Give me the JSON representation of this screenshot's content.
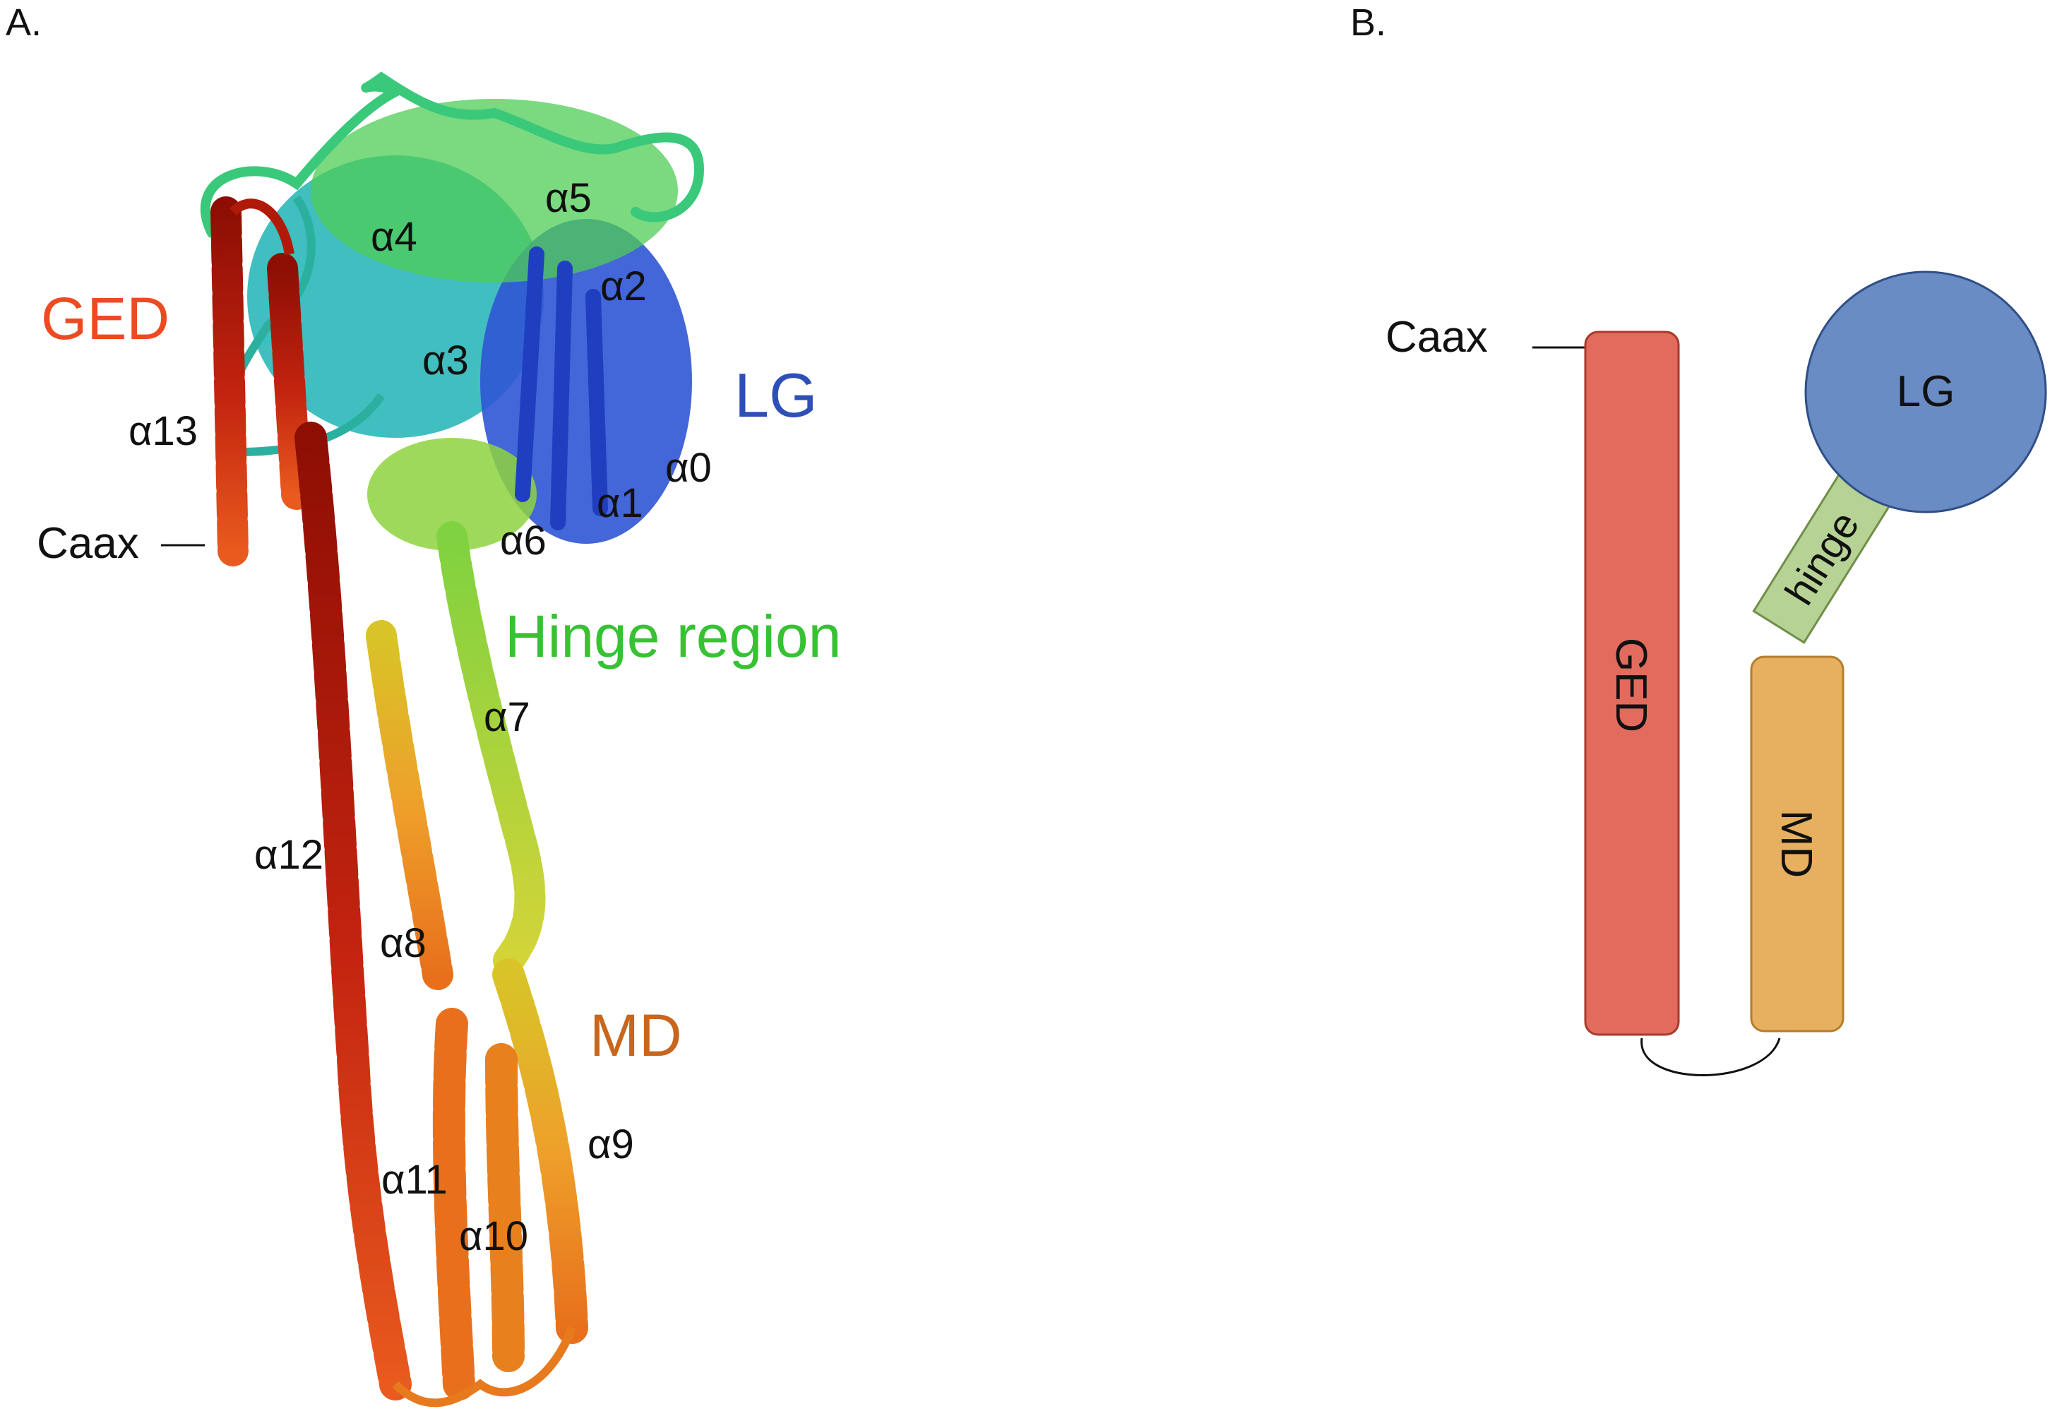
{
  "panel_a": {
    "panel_label": "A.",
    "domain_labels": {
      "ged": "GED",
      "lg": "LG",
      "hinge": "Hinge region",
      "md": "MD"
    },
    "helix_labels": {
      "a0": "α0",
      "a1": "α1",
      "a2": "α2",
      "a3": "α3",
      "a4": "α4",
      "a5": "α5",
      "a6": "α6",
      "a7": "α7",
      "a8": "α8",
      "a9": "α9",
      "a10": "α10",
      "a11": "α11",
      "a12": "α12",
      "a13": "α13"
    },
    "caax": "Caax",
    "colors": {
      "ged_label": "#ee4a22",
      "lg_label": "#2e4eb8",
      "hinge_label": "#36c233",
      "md_label": "#c8661e",
      "ged_helix": "#b01a08",
      "lg_domain": "#2f55d4",
      "cyan_domain": "#1fb3b5",
      "green_domain": "#4fcc55",
      "hinge_helix": "#b8d83a",
      "md_helix": "#e8a028",
      "md_lower": "#e87a1e"
    }
  },
  "panel_b": {
    "panel_label": "B.",
    "caax": "Caax",
    "ged": "GED",
    "lg": "LG",
    "hinge": "hinge",
    "md": "MD",
    "colors": {
      "ged_fill": "#e26b5e",
      "ged_stroke": "#a83a2c",
      "lg_fill": "#6a8cc4",
      "lg_stroke": "#2f4f86",
      "hinge_fill": "#b6d294",
      "hinge_stroke": "#6f8e47",
      "md_fill": "#e6b060",
      "md_stroke": "#b47d2c"
    }
  }
}
